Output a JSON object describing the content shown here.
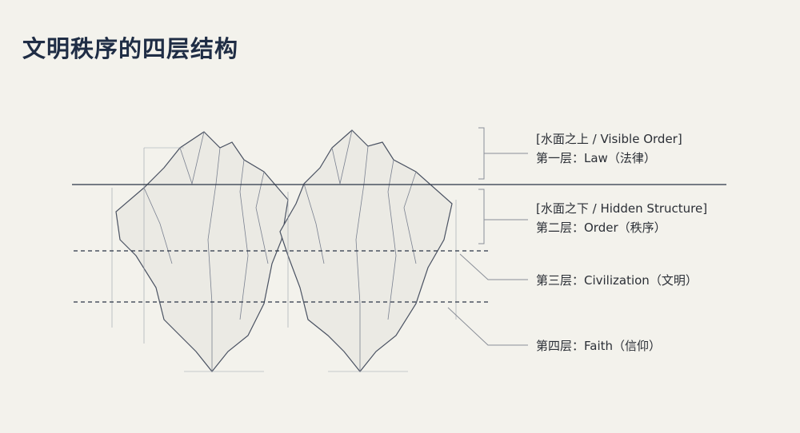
{
  "title": "文明秩序的四层结构",
  "labels": {
    "above_water": "[水面之上 / Visible Order]",
    "layer1": "第一层：Law（法律）",
    "below_water": "[水面之下 / Hidden Structure]",
    "layer2": "第二层：Order（秩序）",
    "layer3": "第三层：Civilization（文明）",
    "layer4": "第四层：Faith（信仰）"
  },
  "colors": {
    "title": "#1f2d45",
    "ink": "#2a3446",
    "background": "#f3f2ec"
  }
}
